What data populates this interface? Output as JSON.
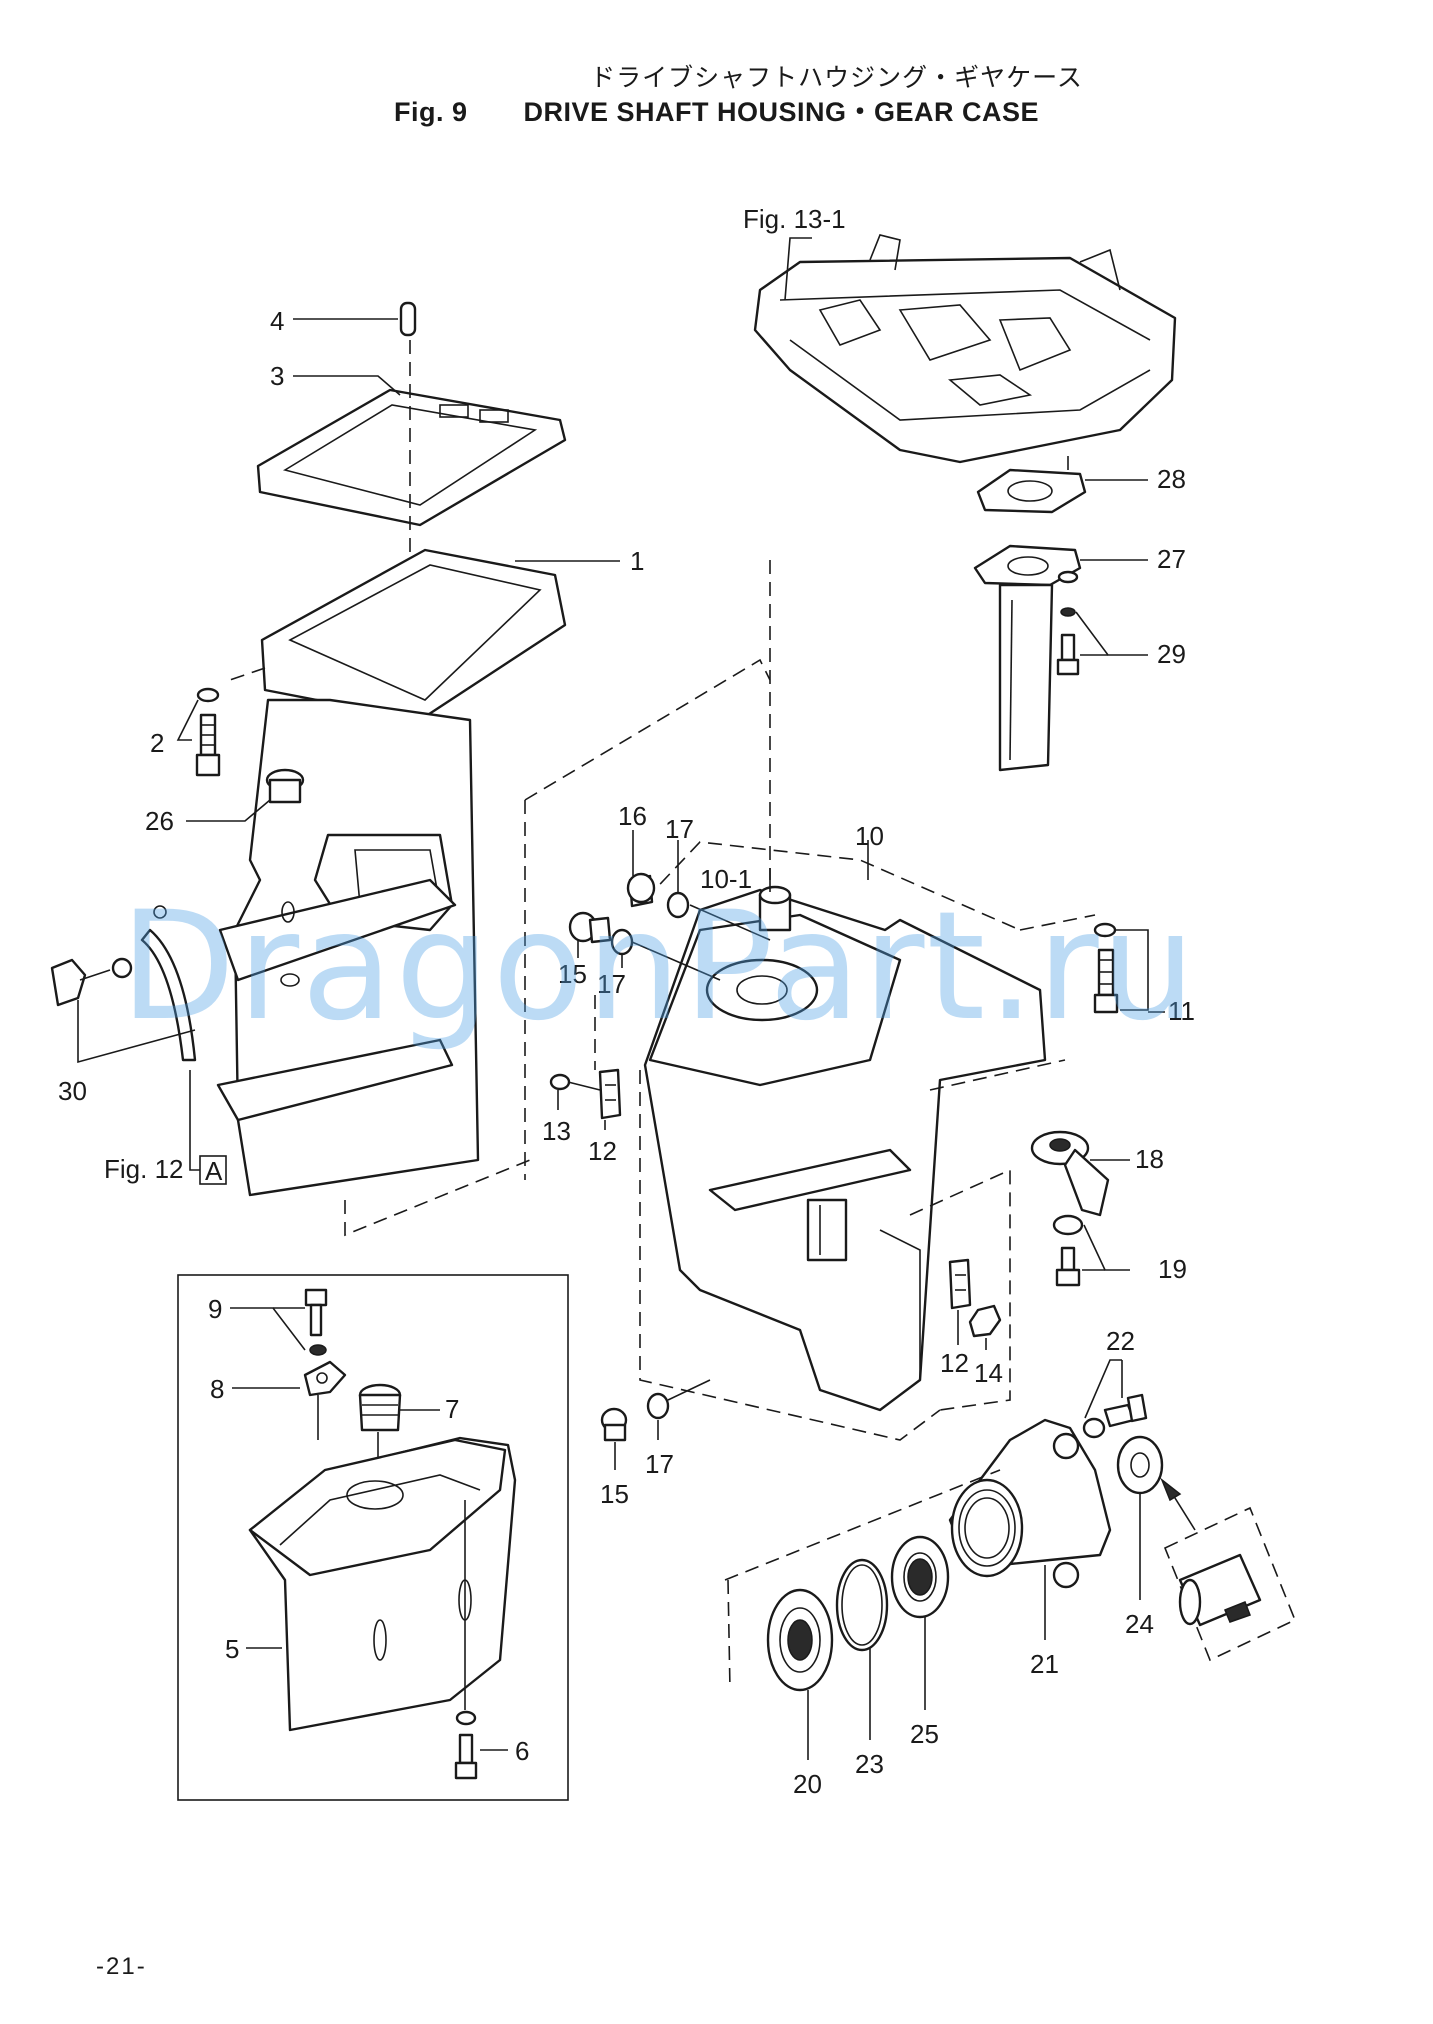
{
  "header": {
    "title_jp": "ドライブシャフトハウジング・ギヤケース",
    "fig_label": "Fig. 9",
    "title_en": "DRIVE SHAFT HOUSING・GEAR CASE"
  },
  "references": {
    "fig_13_1": "Fig. 13-1",
    "fig_12": "Fig. 12",
    "fig_12_box": "A"
  },
  "callouts": {
    "c1": "1",
    "c2": "2",
    "c3": "3",
    "c4": "4",
    "c5": "5",
    "c6": "6",
    "c7": "7",
    "c8": "8",
    "c9": "9",
    "c10": "10",
    "c10_1": "10-1",
    "c11": "11",
    "c12a": "12",
    "c12b": "12",
    "c13": "13",
    "c14": "14",
    "c15a": "15",
    "c15b": "15",
    "c16": "16",
    "c17a": "17",
    "c17b": "17",
    "c17c": "17",
    "c18": "18",
    "c19": "19",
    "c20": "20",
    "c21": "21",
    "c22": "22",
    "c23": "23",
    "c24": "24",
    "c25": "25",
    "c26": "26",
    "c27": "27",
    "c28": "28",
    "c29": "29",
    "c30": "30"
  },
  "watermark": "DragonPart.ru",
  "page_number": "-21-"
}
